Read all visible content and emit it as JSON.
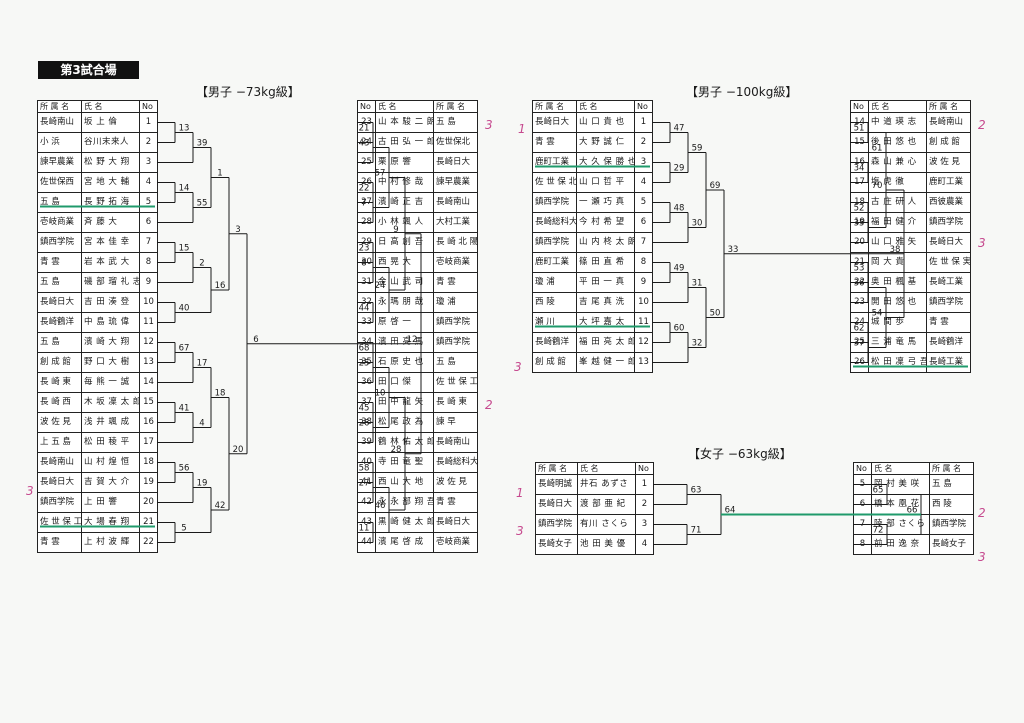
{
  "sheet_title": "第3試合場",
  "headers": {
    "team": "所 属 名",
    "name": "氏 名",
    "no": "No"
  },
  "sections": {
    "m73": {
      "title": "【男子 −73kg級】",
      "left": [
        {
          "no": "1",
          "team": "長崎南山",
          "name": "坂 上 倫"
        },
        {
          "no": "2",
          "team": "小 浜",
          "name": "谷川末来人"
        },
        {
          "no": "3",
          "team": "諫早農業",
          "name": "松 野 大 翔"
        },
        {
          "no": "4",
          "team": "佐世保西",
          "name": "宮 地 大 輔"
        },
        {
          "no": "5",
          "team": "五 島",
          "name": "長 野 拓 海"
        },
        {
          "no": "6",
          "team": "壱岐商業",
          "name": "斉 藤 大"
        },
        {
          "no": "7",
          "team": "鎮西学院",
          "name": "宮 本 佳 幸"
        },
        {
          "no": "8",
          "team": "青 雲",
          "name": "岩 本 武 大"
        },
        {
          "no": "9",
          "team": "五 島",
          "name": "磯 部 瑠 礼 志 郎"
        },
        {
          "no": "10",
          "team": "長崎日大",
          "name": "吉 田 湊 登"
        },
        {
          "no": "11",
          "team": "長崎鶴洋",
          "name": "中 島 琉 偉"
        },
        {
          "no": "12",
          "team": "五 島",
          "name": "濱 崎 大 翔"
        },
        {
          "no": "13",
          "team": "創 成 館",
          "name": "野 口 大 樹"
        },
        {
          "no": "14",
          "team": "長 崎 東",
          "name": "毎 熊 一 誠"
        },
        {
          "no": "15",
          "team": "長 崎 西",
          "name": "木 坂 凜 太 郎"
        },
        {
          "no": "16",
          "team": "波 佐 見",
          "name": "浅 井 颯 成"
        },
        {
          "no": "17",
          "team": "上 五 島",
          "name": "松 田 稜 平"
        },
        {
          "no": "18",
          "team": "長崎南山",
          "name": "山 村 煌 恒"
        },
        {
          "no": "19",
          "team": "長崎日大",
          "name": "吉 賀 大 介"
        },
        {
          "no": "20",
          "team": "鎮西学院",
          "name": "上 田 響"
        },
        {
          "no": "21",
          "team": "佐 世 保 工 業",
          "name": "大 場 春 翔"
        },
        {
          "no": "22",
          "team": "青 雲",
          "name": "上 村 波 輝"
        }
      ],
      "right": [
        {
          "no": "23",
          "name": "山 本 駿 二 朗",
          "team": "五 島"
        },
        {
          "no": "24",
          "name": "古 田 弘 一 郎",
          "team": "佐世保北"
        },
        {
          "no": "25",
          "name": "栗 原 響",
          "team": "長崎日大"
        },
        {
          "no": "26",
          "name": "中 村 修 哉",
          "team": "諫早農業"
        },
        {
          "no": "27",
          "name": "濱 崎 正 吉",
          "team": "長崎南山"
        },
        {
          "no": "28",
          "name": "小 林 颯 人",
          "team": "大村工業"
        },
        {
          "no": "29",
          "name": "日 高 創 吾",
          "team": "長 崎 北 陽 台"
        },
        {
          "no": "30",
          "name": "西 晃 大",
          "team": "壱岐商業"
        },
        {
          "no": "31",
          "name": "金 山 武 司",
          "team": "青 雲"
        },
        {
          "no": "32",
          "name": "永 瑪 朋 哉",
          "team": "瓊 浦"
        },
        {
          "no": "33",
          "name": "原 啓 一",
          "team": "鎮西学院"
        },
        {
          "no": "34",
          "name": "濱 田 亮 馬",
          "team": "鎮西学院"
        },
        {
          "no": "35",
          "name": "石 原 史 也",
          "team": "五 島"
        },
        {
          "no": "36",
          "name": "田 口 傑",
          "team": "佐 世 保 工 業"
        },
        {
          "no": "37",
          "name": "田 中 龍 矢",
          "team": "長 崎 東"
        },
        {
          "no": "38",
          "name": "松 尾 政 為",
          "team": "諫 早"
        },
        {
          "no": "39",
          "name": "鶴 林 佑 太 郎",
          "team": "長崎南山"
        },
        {
          "no": "40",
          "name": "寺 田 竜 聖",
          "team": "長崎総科大附"
        },
        {
          "no": "41",
          "name": "西 山 大 地",
          "team": "波 佐 見"
        },
        {
          "no": "42",
          "name": "永 永 部 翔 吾",
          "team": "青 雲"
        },
        {
          "no": "43",
          "name": "黒 崎 健 太 郎",
          "team": "長崎日大"
        },
        {
          "no": "44",
          "name": "濱 尾 啓 成",
          "team": "壱岐商業"
        }
      ],
      "rounds_left": [
        "13",
        "39",
        "14",
        "55",
        "1",
        "15",
        "2",
        "40",
        "16",
        "3",
        "67",
        "17",
        "41",
        "4",
        "18",
        "56",
        "19",
        "5",
        "42",
        "20",
        "6"
      ],
      "rounds_right": [
        "21",
        "43",
        "22",
        "7",
        "57",
        "23",
        "8",
        "44",
        "24",
        "9",
        "68",
        "25",
        "45",
        "26",
        "10",
        "58",
        "27",
        "11",
        "46",
        "28",
        "12"
      ],
      "marks": [
        {
          "text": "3"
        },
        {
          "text": "2"
        },
        {
          "text": "3"
        }
      ]
    },
    "m100": {
      "title": "【男子 −100kg級】",
      "left": [
        {
          "no": "1",
          "team": "長崎日大",
          "name": "山 口 貴 也"
        },
        {
          "no": "2",
          "team": "青 雲",
          "name": "大 野 誠 仁"
        },
        {
          "no": "3",
          "team": "鹿町工業",
          "name": "大 久 保 勝 也"
        },
        {
          "no": "4",
          "team": "佐 世 保 北",
          "name": "山 口 哲 平"
        },
        {
          "no": "5",
          "team": "鎮西学院",
          "name": "一 瀬 巧 真"
        },
        {
          "no": "6",
          "team": "長崎総科大附",
          "name": "今 村 希 望"
        },
        {
          "no": "7",
          "team": "鎮西学院",
          "name": "山 内 柊 太 朗"
        },
        {
          "no": "8",
          "team": "鹿町工業",
          "name": "篠 田 直 希"
        },
        {
          "no": "9",
          "team": "瓊 浦",
          "name": "平 田 一 真"
        },
        {
          "no": "10",
          "team": "西 陵",
          "name": "吉 尾 真 洗"
        },
        {
          "no": "11",
          "team": "瀬 川",
          "name": "大 坪 嘉 太"
        },
        {
          "no": "12",
          "team": "長崎鶴洋",
          "name": "福 田 亮 太 郎"
        },
        {
          "no": "13",
          "team": "創 成 館",
          "name": "峯 越 健 一 郎"
        }
      ],
      "right": [
        {
          "no": "14",
          "name": "中 道 瑛 志",
          "team": "長崎南山"
        },
        {
          "no": "15",
          "name": "後 田 悠 也",
          "team": "創 成 館"
        },
        {
          "no": "16",
          "name": "森 山 兼 心",
          "team": "波 佐 見"
        },
        {
          "no": "17",
          "name": "塩 虎 徹",
          "team": "鹿町工業"
        },
        {
          "no": "18",
          "name": "古 庄 研 人",
          "team": "西彼農業"
        },
        {
          "no": "19",
          "name": "福 田 健 介",
          "team": "鎮西学院"
        },
        {
          "no": "20",
          "name": "山 口 雅 矢",
          "team": "長崎日大"
        },
        {
          "no": "21",
          "name": "岡 大 貴",
          "team": "佐 世 保 実 業"
        },
        {
          "no": "22",
          "name": "奥 田 楓 基",
          "team": "長崎工業"
        },
        {
          "no": "23",
          "name": "開 田 悠 也",
          "team": "鎮西学院"
        },
        {
          "no": "24",
          "name": "城 間 歩",
          "team": "青 雲"
        },
        {
          "no": "25",
          "name": "三 浦 竜 馬",
          "team": "長崎鶴洋"
        },
        {
          "no": "26",
          "name": "松 田 凜 弓 吾",
          "team": "長崎工業"
        }
      ],
      "rounds_left": [
        "47",
        "29",
        "59",
        "48",
        "30",
        "69",
        "49",
        "31",
        "60",
        "32",
        "50",
        "33"
      ],
      "rounds_right": [
        "51",
        "34",
        "61",
        "52",
        "35",
        "70",
        "53",
        "36",
        "62",
        "37",
        "54",
        "38"
      ],
      "marks": [
        {
          "text": "1"
        },
        {
          "text": "3"
        },
        {
          "text": "2"
        },
        {
          "text": "3"
        }
      ]
    },
    "w63": {
      "title": "【女子 −63kg級】",
      "left": [
        {
          "no": "1",
          "team": "長崎明誠",
          "name": "井石 あずさ"
        },
        {
          "no": "2",
          "team": "長崎日大",
          "name": "渡 部 亜 紀"
        },
        {
          "no": "3",
          "team": "鎮西学院",
          "name": "有川 さくら"
        },
        {
          "no": "4",
          "team": "長崎女子",
          "name": "池 田 美 優"
        }
      ],
      "right": [
        {
          "no": "5",
          "name": "岡 村 美 咲",
          "team": "五 島"
        },
        {
          "no": "6",
          "name": "橋 本 凰 花",
          "team": "西 陵"
        },
        {
          "no": "7",
          "name": "陵 部 さくら",
          "team": "鎮西学院"
        },
        {
          "no": "8",
          "name": "前 田 逸 奈",
          "team": "長崎女子"
        }
      ],
      "rounds_left": [
        "63",
        "71",
        "64"
      ],
      "rounds_right": [
        "65",
        "72",
        "66"
      ],
      "marks": [
        {
          "text": "1"
        },
        {
          "text": "3"
        },
        {
          "text": "2"
        },
        {
          "text": "3"
        }
      ]
    }
  },
  "colors": {
    "ink": "#1a1a1a",
    "winner_line": "#1f9a6b",
    "annotation": "#c64a8f"
  }
}
